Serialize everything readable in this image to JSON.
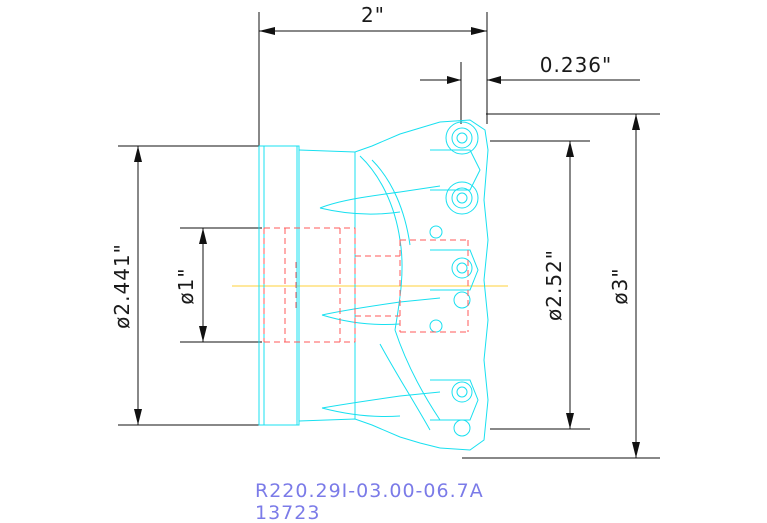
{
  "drawing": {
    "dimensions": {
      "overall_length": "2\"",
      "insert_offset": "0.236\"",
      "shank_diameter": "ø2.441\"",
      "bore_diameter": "ø1\"",
      "cutting_diameter_inner": "ø2.52\"",
      "cutting_diameter_outer": "ø3\""
    },
    "part_number": "R220.29I-03.00-06.7A",
    "item_number": "13723",
    "colors": {
      "outline": "#18e0f0",
      "hidden_lines": "#ff5a5a",
      "centerline": "#ffd23a",
      "dimension_lines": "#111111",
      "part_text": "#7b7be8"
    }
  }
}
